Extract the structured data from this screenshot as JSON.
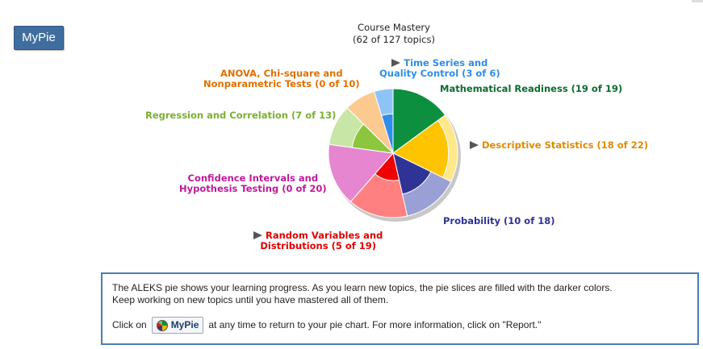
{
  "mypie_button": "MyPie",
  "chart_data": {
    "type": "pie",
    "title": "Course Mastery",
    "subtitle": "(62 of 127 topics)",
    "series": [
      {
        "name": "Mathematical Readiness (19 of 19)",
        "mastered": 19,
        "total": 19,
        "fill": "#0c8f3f",
        "light": "#8fd4a9",
        "text_color": "#0c6b30",
        "arrow": false
      },
      {
        "name": "Descriptive Statistics (18 of 22)",
        "mastered": 18,
        "total": 22,
        "fill": "#ffc400",
        "light": "#ffe88a",
        "text_color": "#e08a00",
        "arrow": true
      },
      {
        "name": "Probability (10 of 18)",
        "mastered": 10,
        "total": 18,
        "fill": "#2f3396",
        "light": "#9aa0d6",
        "text_color": "#2f3396",
        "arrow": false
      },
      {
        "name": "Random Variables and Distributions (5 of 19)",
        "mastered": 5,
        "total": 19,
        "fill": "#f00000",
        "light": "#ff8080",
        "text_color": "#e00000",
        "arrow": true
      },
      {
        "name": "Confidence Intervals and Hypothesis Testing (0 of 20)",
        "mastered": 0,
        "total": 20,
        "fill": "#c0199a",
        "light": "#e686d0",
        "text_color": "#c0199a",
        "arrow": false
      },
      {
        "name": "Regression and Correlation (7 of 13)",
        "mastered": 7,
        "total": 13,
        "fill": "#8cc63f",
        "light": "#c8e6a6",
        "text_color": "#7ab030",
        "arrow": false
      },
      {
        "name": "ANOVA, Chi-square and Nonparametric Tests (0 of 10)",
        "mastered": 0,
        "total": 10,
        "fill": "#f07d00",
        "light": "#fcc98f",
        "text_color": "#e07000",
        "arrow": false
      },
      {
        "name": "Time Series and Quality Control (3 of 6)",
        "mastered": 3,
        "total": 6,
        "fill": "#2e8ee8",
        "light": "#8ec4f5",
        "text_color": "#2e8ee8",
        "arrow": true
      }
    ],
    "labels": {
      "readiness": "Mathematical Readiness (19 of 19)",
      "descriptive": "Descriptive Statistics (18 of 22)",
      "probability": "Probability (10 of 18)",
      "random_1": "Random Variables and",
      "random_2": "Distributions (5 of 19)",
      "confidence_1": "Confidence Intervals and",
      "confidence_2": "Hypothesis Testing (0 of 20)",
      "regression": "Regression and Correlation (7 of 13)",
      "anova_1": "ANOVA, Chi-square and",
      "anova_2": "Nonparametric Tests (0 of 10)",
      "timeseries_1": "Time Series and",
      "timeseries_2": "Quality Control (3 of 6)"
    }
  },
  "info": {
    "line1": "The ALEKS pie shows your learning progress. As you learn new topics, the pie slices are filled with the darker colors.",
    "line2": "Keep working on new topics until you have mastered all of them.",
    "click_on": "Click on",
    "button_label": "MyPie",
    "after_button": "at any time to return to your pie chart. For more information, click on \"Report.\""
  }
}
